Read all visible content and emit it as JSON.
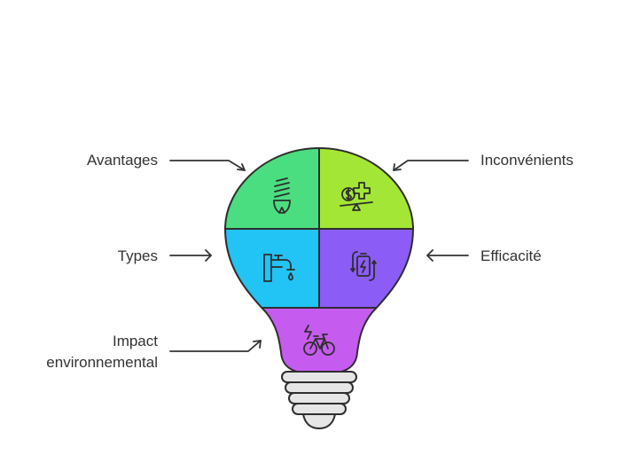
{
  "diagram": {
    "labels": {
      "advantages": "Avantages",
      "disadvantages": "Inconvénients",
      "types": "Types",
      "efficiency": "Efficacité",
      "impact_line1": "Impact",
      "impact_line2": "environnemental"
    },
    "segments": [
      {
        "name": "advantages",
        "color": "#4ADE80",
        "icon": "energy-saving-bulb-icon"
      },
      {
        "name": "disadvantages",
        "color": "#A3E635",
        "icon": "cost-balance-icon"
      },
      {
        "name": "types",
        "color": "#22C3F5",
        "icon": "water-tap-icon"
      },
      {
        "name": "efficiency",
        "color": "#8B5CF6",
        "icon": "battery-recycle-icon"
      },
      {
        "name": "environmental-impact",
        "color": "#C65BF0",
        "icon": "electric-bicycle-icon"
      }
    ],
    "outline_color": "#2E2E2E",
    "base_color": "#E5E5E5"
  }
}
